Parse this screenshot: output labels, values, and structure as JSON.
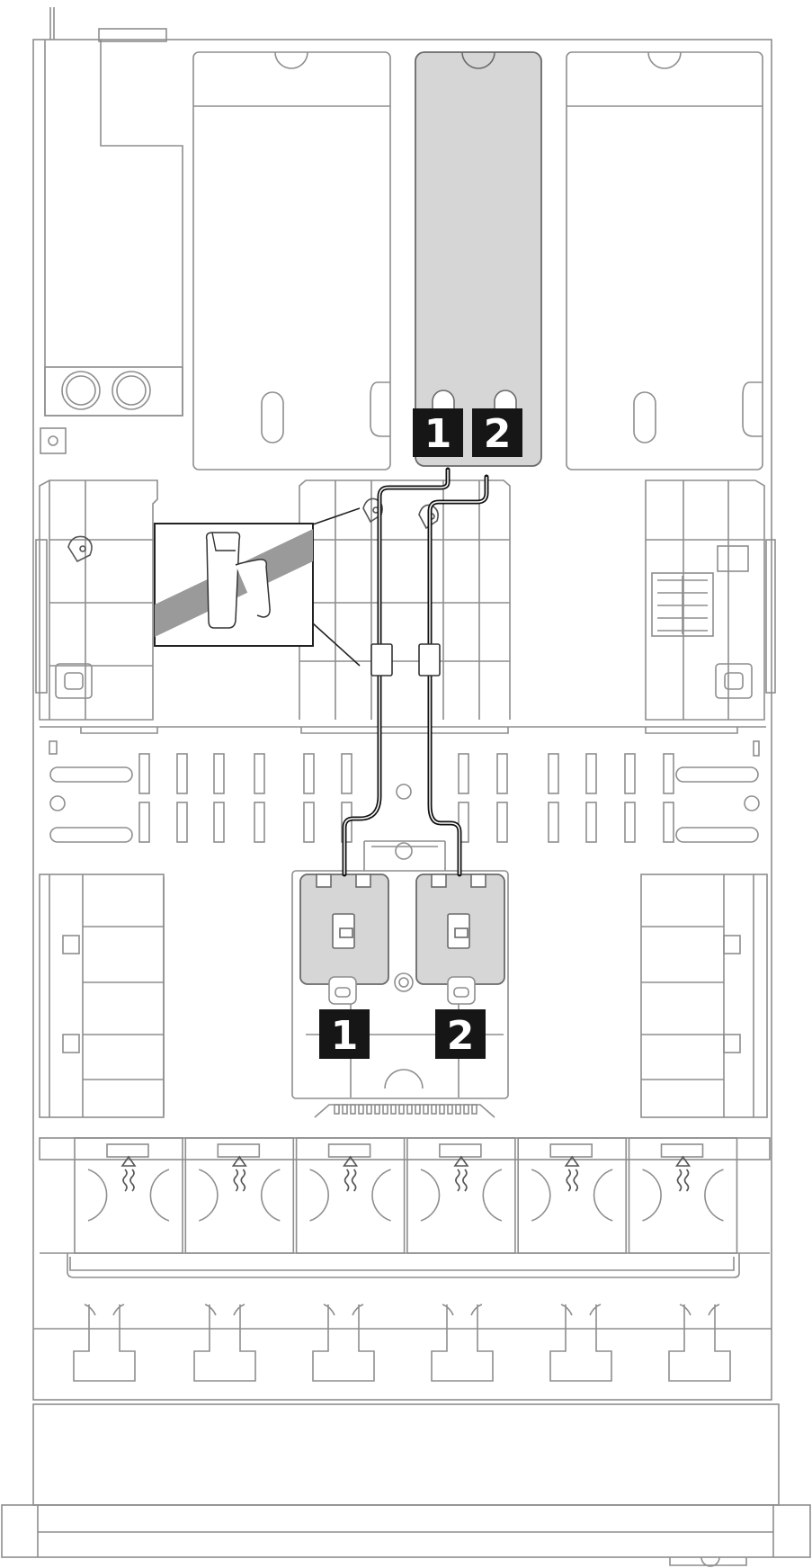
{
  "callouts": {
    "top_connector_1": "1",
    "top_connector_2": "2",
    "bottom_connector_1": "1",
    "bottom_connector_2": "2"
  },
  "colors": {
    "outline": "#8e8e8e",
    "cable": "#111111",
    "highlight_fill": "#d6d6d6",
    "callout_fill": "#161616",
    "callout_text": "#ffffff"
  },
  "icons": [
    "cable-clip-icon",
    "airflow-arrow-icon"
  ]
}
